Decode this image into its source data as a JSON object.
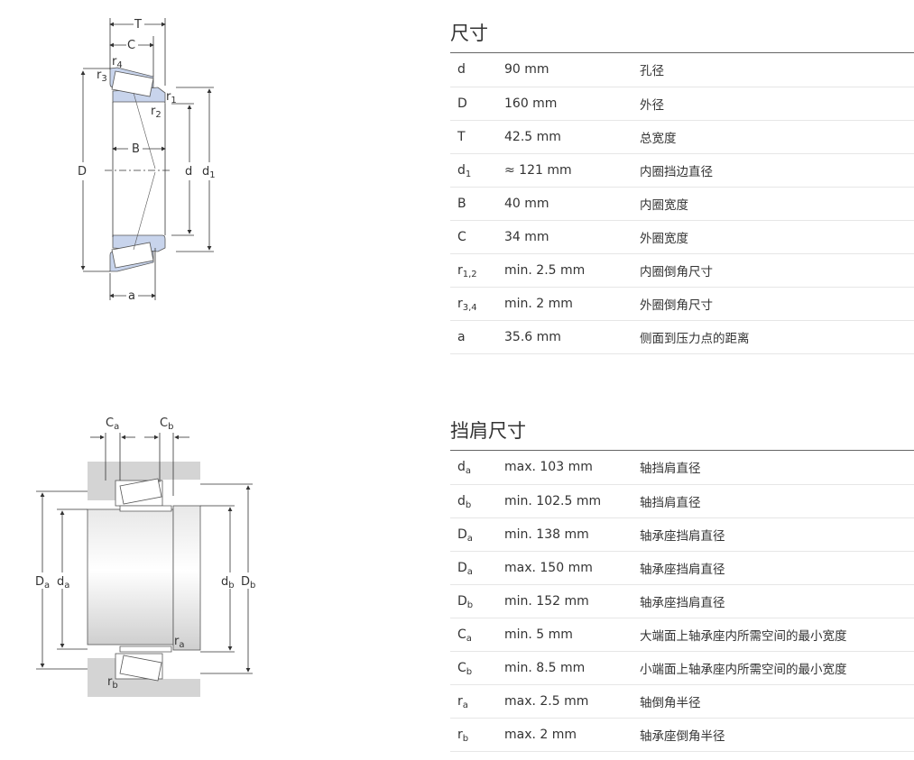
{
  "dimensions": {
    "title": "尺寸",
    "rows": [
      {
        "sym": "d",
        "sub": "",
        "value": "90 mm",
        "desc": "孔径"
      },
      {
        "sym": "D",
        "sub": "",
        "value": "160 mm",
        "desc": "外径"
      },
      {
        "sym": "T",
        "sub": "",
        "value": "42.5 mm",
        "desc": "总宽度"
      },
      {
        "sym": "d",
        "sub": "1",
        "value": "≈ 121 mm",
        "desc": "内圈挡边直径"
      },
      {
        "sym": "B",
        "sub": "",
        "value": "40 mm",
        "desc": "内圈宽度"
      },
      {
        "sym": "C",
        "sub": "",
        "value": "34 mm",
        "desc": "外圈宽度"
      },
      {
        "sym": "r",
        "sub": "1,2",
        "value": "min. 2.5 mm",
        "desc": "内圈倒角尺寸"
      },
      {
        "sym": "r",
        "sub": "3,4",
        "value": "min. 2 mm",
        "desc": "外圈倒角尺寸"
      },
      {
        "sym": "a",
        "sub": "",
        "value": "35.6 mm",
        "desc": "侧面到压力点的距离"
      }
    ]
  },
  "abutment": {
    "title": "挡肩尺寸",
    "rows": [
      {
        "sym": "d",
        "sub": "a",
        "value": "max. 103 mm",
        "desc": "轴挡肩直径"
      },
      {
        "sym": "d",
        "sub": "b",
        "value": "min. 102.5 mm",
        "desc": "轴挡肩直径"
      },
      {
        "sym": "D",
        "sub": "a",
        "value": "min. 138 mm",
        "desc": "轴承座挡肩直径"
      },
      {
        "sym": "D",
        "sub": "a",
        "value": "max. 150 mm",
        "desc": "轴承座挡肩直径"
      },
      {
        "sym": "D",
        "sub": "b",
        "value": "min. 152 mm",
        "desc": "轴承座挡肩直径"
      },
      {
        "sym": "C",
        "sub": "a",
        "value": "min. 5 mm",
        "desc": "大端面上轴承座内所需空间的最小宽度"
      },
      {
        "sym": "C",
        "sub": "b",
        "value": "min. 8.5 mm",
        "desc": "小端面上轴承座内所需空间的最小宽度"
      },
      {
        "sym": "r",
        "sub": "a",
        "value": "max. 2.5 mm",
        "desc": "轴倒角半径"
      },
      {
        "sym": "r",
        "sub": "b",
        "value": "max. 2 mm",
        "desc": "轴承座倒角半径"
      }
    ]
  },
  "diagram1": {
    "labels": {
      "T": "T",
      "C": "C",
      "B": "B",
      "D": "D",
      "d": "d",
      "d1": "d",
      "d1_sub": "1",
      "a": "a",
      "r1": "r",
      "r1_sub": "1",
      "r2": "r",
      "r2_sub": "2",
      "r3": "r",
      "r3_sub": "3",
      "r4": "r",
      "r4_sub": "4"
    }
  },
  "diagram2": {
    "labels": {
      "Ca": "C",
      "Ca_sub": "a",
      "Cb": "C",
      "Cb_sub": "b",
      "Da": "D",
      "Da_sub": "a",
      "da": "d",
      "da_sub": "a",
      "db": "d",
      "db_sub": "b",
      "Db": "D",
      "Db_sub": "b",
      "ra": "r",
      "ra_sub": "a",
      "rb": "r",
      "rb_sub": "b"
    }
  },
  "colors": {
    "ring_fill": "#c8d4ec",
    "housing_fill": "#d4d4d4",
    "line": "#333333",
    "rule": "#e6e6e6"
  }
}
